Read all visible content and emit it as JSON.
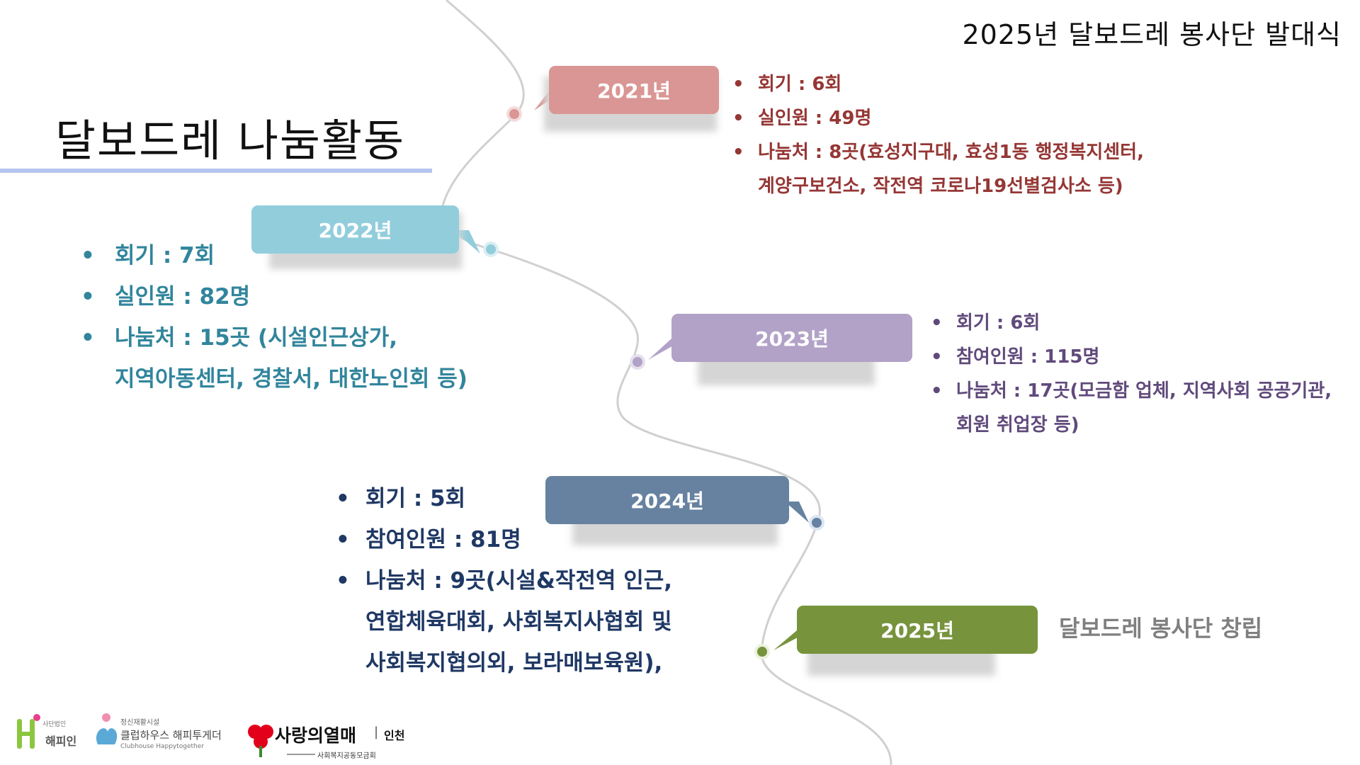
{
  "header": {
    "event_title": "2025년 달보드레 봉사단 발대식"
  },
  "page_title": "달보드레 나눔활동",
  "timeline": [
    {
      "year": "2021년",
      "color": "#d99694",
      "items": [
        {
          "lines": [
            "회기 : 6회"
          ]
        },
        {
          "lines": [
            "실인원 : 49명"
          ]
        },
        {
          "lines": [
            "나눔처 : 8곳(효성지구대, 효성1동 행정복지센터,",
            "계양구보건소, 작전역 코로나19선별검사소 등)"
          ]
        }
      ],
      "text_color": "#953735"
    },
    {
      "year": "2022년",
      "color": "#92cddc",
      "items": [
        {
          "lines": [
            "회기 : 7회"
          ]
        },
        {
          "lines": [
            "실인원 : 82명"
          ]
        },
        {
          "lines": [
            "나눔처 : 15곳 (시설인근상가,",
            "지역아동센터, 경찰서, 대한노인회 등)"
          ]
        }
      ],
      "text_color": "#31859c"
    },
    {
      "year": "2023년",
      "color": "#b2a2c7",
      "items": [
        {
          "lines": [
            "회기 :  6회"
          ]
        },
        {
          "lines": [
            "참여인원 : 115명"
          ]
        },
        {
          "lines": [
            "나눔처 : 17곳(모금함 업체, 지역사회 공공기관,",
            "회원 취업장 등)"
          ]
        }
      ],
      "text_color": "#604a7b"
    },
    {
      "year": "2024년",
      "color": "#6782a0",
      "items": [
        {
          "lines": [
            "회기 : 5회"
          ]
        },
        {
          "lines": [
            "참여인원 : 81명"
          ]
        },
        {
          "lines": [
            "나눔처 : 9곳(시설&작전역 인근,",
            "연합체육대회, 사회복지사협회 및",
            "사회복지협의외, 보라매보육원),"
          ]
        }
      ],
      "text_color": "#1f3864"
    },
    {
      "year": "2025년",
      "color": "#77933c",
      "note": "달보드레 봉사단 창립",
      "text_color": "#7f7f7f"
    }
  ],
  "logos": {
    "happyin": {
      "small": "사단법인",
      "name": "해피인"
    },
    "clubhouse": {
      "small": "정신재활시설",
      "name": "클럽하우스 해피투게더",
      "english": "Clubhouse Happytogether"
    },
    "fruit": {
      "name": "사랑의열매",
      "divider": "|",
      "region": "인천",
      "sub": "사회복지공동모금회"
    }
  }
}
